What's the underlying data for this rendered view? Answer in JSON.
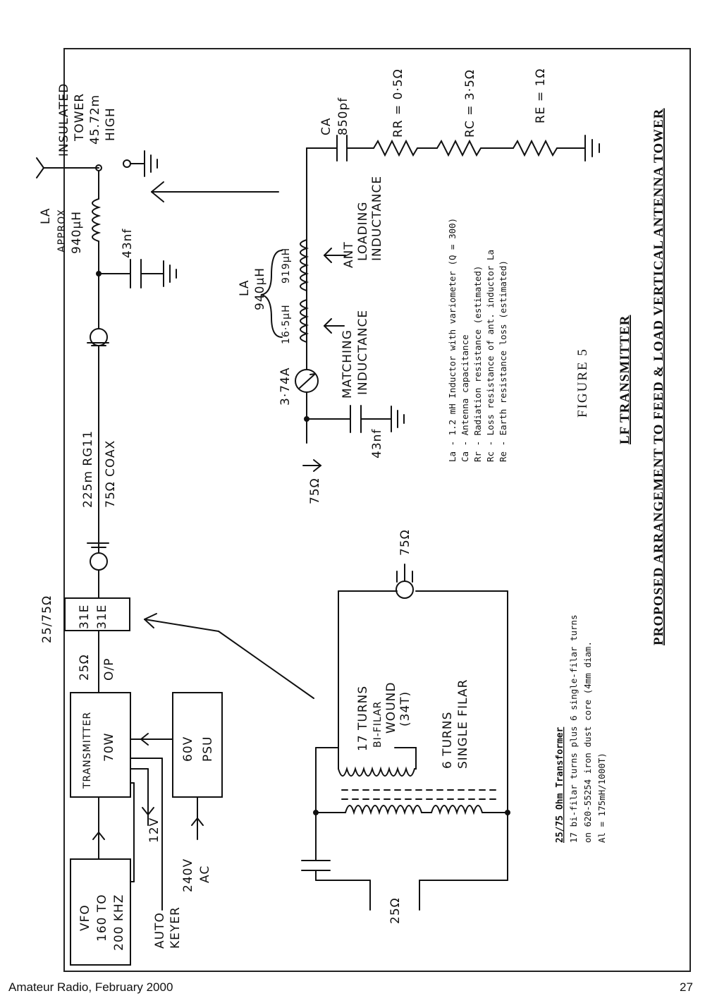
{
  "footer": {
    "publication": "Amateur Radio, February 2000",
    "page_number": "27"
  },
  "titles": {
    "line1": "LF TRANSMITTER",
    "line2": "PROPOSED ARRANGEMENT TO FEED & LOAD VERTICAL ANTENNA TOWER",
    "figure": "FIGURE   5"
  },
  "labels": {
    "tower_1": "INSULATED",
    "tower_2": "TOWER",
    "tower_3": "45.72m",
    "tower_4": "HIGH",
    "la_top_1": "LA",
    "la_top_2": "APPROX",
    "la_top_3": "940µH",
    "cap_top": "43nf",
    "coax_1": "225m  RG11",
    "coax_2": "75Ω  COAX",
    "ca_1": "CA",
    "ca_2": "850pf",
    "rr": "RR = 0·5Ω",
    "rc": "RC = 3·5Ω",
    "re": "RE = 1Ω",
    "ant_load_1": "ANT",
    "ant_load_2": "LOADING",
    "ant_load_3": "INDUCTANCE",
    "la_mid_1": "LA",
    "la_mid_2": "940µH",
    "l_919": "919µH",
    "l_165": "16·5µH",
    "match_1": "MATCHING",
    "match_2": "INDUCTANCE",
    "ammeter": "3·74A",
    "cap_mid": "43nf",
    "in_75": "75Ω",
    "imp_2575": "25/75Ω",
    "box_31e_1": "31E",
    "box_31e_2": "31E",
    "out_25_1": "25Ω",
    "out_25_2": "O/P",
    "tx_1": "TRANSMITTER",
    "tx_2": "70W",
    "psu_1": "60V",
    "psu_2": "PSU",
    "v12": "12V",
    "ac_1": "240V",
    "ac_2": "AC",
    "vfo_1": "VFO",
    "vfo_2": "160 TO",
    "vfo_3": "200 KHZ",
    "keyer_1": "AUTO",
    "keyer_2": "KEYER",
    "t17_1": "17 TURNS",
    "t17_2": "BI-FILAR",
    "t17_3": "WOUND",
    "t17_4": "(34T)",
    "t6_1": "6 TURNS",
    "t6_2": "SINGLE FILAR",
    "xf_75": "75Ω",
    "xf_25": "25Ω"
  },
  "legend": [
    "La -  1.2 mH Inductor with variometer (Q = 300)",
    "Ca -  Antenna capacitance",
    "Rr -  Radiation resistance (estimated)",
    "Rc -  Loss resistance of ant. inductor La",
    "Re -  Earth resistance loss (estimated)"
  ],
  "transformer_note": {
    "heading": "25/75 Ohm Transformer",
    "lines": [
      "17 bi-filar turns plus 6 single-filar turns",
      "on 620-55254 iron dust core (4mm diam.",
      "Al = 175mH/1000T)"
    ]
  }
}
